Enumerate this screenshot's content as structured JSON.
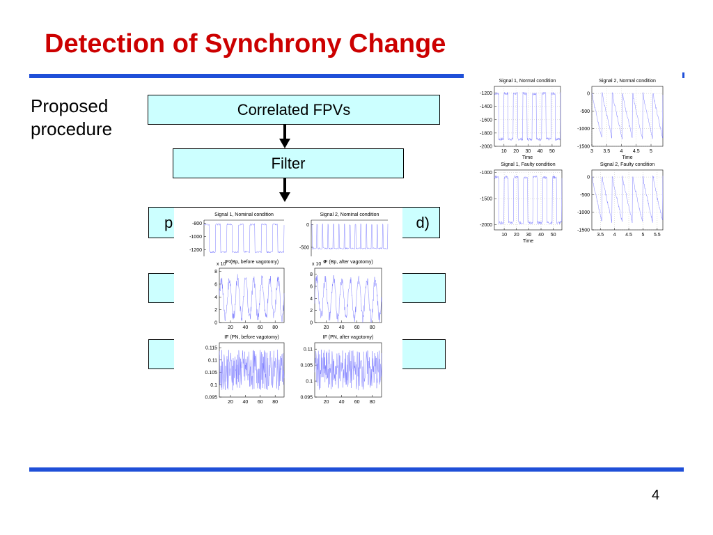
{
  "title": "Detection of Synchrony Change",
  "sidebar": {
    "line1": "Proposed",
    "line2": "procedure"
  },
  "flow": {
    "box1": "Correlated FPVs",
    "box2": "Filter",
    "box3_left": "p",
    "box3_right": "d)"
  },
  "page_number": "4",
  "colors": {
    "title": "#cc0000",
    "rule": "#1f4fd8",
    "box_fill": "#ccffff",
    "trace": "#8080ff"
  },
  "chart_data": [
    {
      "type": "line",
      "title": "Signal 1, Normal condition",
      "xlabel": "Time",
      "ylabel": "",
      "xticks": [
        "10",
        "20",
        "30",
        "40",
        "50"
      ],
      "yticks": [
        "-1200",
        "-1400",
        "-1600",
        "-1800",
        "-2000"
      ],
      "xlim": [
        2,
        57
      ],
      "ylim": [
        -2000,
        -1100
      ],
      "pattern": "square",
      "grid": true
    },
    {
      "type": "line",
      "title": "Signal 2, Normal condition",
      "xlabel": "Time",
      "ylabel": "",
      "xticks": [
        "3",
        "3.5",
        "4",
        "4.5",
        "5"
      ],
      "yticks": [
        "0",
        "-500",
        "-1000",
        "-1500"
      ],
      "xlim": [
        3,
        5.4
      ],
      "ylim": [
        -1500,
        200
      ],
      "pattern": "saw",
      "grid": true
    },
    {
      "type": "line",
      "title": "Signal 1, Faulty condition",
      "xlabel": "Time",
      "ylabel": "",
      "xticks": [
        "10",
        "20",
        "30",
        "40",
        "50"
      ],
      "yticks": [
        "-1000",
        "-1500",
        "-2000"
      ],
      "xlim": [
        2,
        57
      ],
      "ylim": [
        -2100,
        -950
      ],
      "pattern": "square",
      "grid": true
    },
    {
      "type": "line",
      "title": "Signal 2, Faulty condition",
      "xlabel": "",
      "ylabel": "",
      "xticks": [
        "3.5",
        "4",
        "4.5",
        "5",
        "5.5"
      ],
      "yticks": [
        "0",
        "-500",
        "-1000",
        "-1500"
      ],
      "xlim": [
        3.2,
        5.7
      ],
      "ylim": [
        -1500,
        200
      ],
      "pattern": "saw",
      "grid": true
    },
    {
      "type": "line",
      "title": "Signal 1, Nominal condition",
      "xlabel": "",
      "ylabel": "",
      "xticks": [],
      "yticks": [
        "-800",
        "-1000",
        "-1200"
      ],
      "xlim": [
        0,
        100
      ],
      "ylim": [
        -1300,
        -750
      ],
      "pattern": "square",
      "grid": false
    },
    {
      "type": "line",
      "title": "Signal 2, Nominal condition",
      "xlabel": "",
      "ylabel": "",
      "xticks": [],
      "yticks": [
        "0",
        "-500"
      ],
      "xlim": [
        0,
        100
      ],
      "ylim": [
        -700,
        100
      ],
      "pattern": "spike",
      "grid": false
    },
    {
      "type": "line",
      "title": "IF (Bp, before vagotomy)",
      "exponent": "x 10",
      "exponent_sup": "-3",
      "xlabel": "",
      "ylabel": "",
      "xticks": [
        "20",
        "40",
        "60",
        "80"
      ],
      "yticks": [
        "8",
        "6",
        "4",
        "2",
        "0"
      ],
      "xlim": [
        5,
        92
      ],
      "ylim": [
        0,
        8.5
      ],
      "pattern": "if",
      "grid": false
    },
    {
      "type": "line",
      "title": "IF (Bp, after vagotomy)",
      "exponent": "x 10",
      "exponent_sup": "-3",
      "xlabel": "",
      "ylabel": "",
      "xticks": [
        "20",
        "40",
        "60",
        "80"
      ],
      "yticks": [
        "8",
        "6",
        "4",
        "2",
        "0"
      ],
      "xlim": [
        5,
        92
      ],
      "ylim": [
        0,
        9
      ],
      "pattern": "if",
      "grid": false
    },
    {
      "type": "line",
      "title": "IF (PN, before vagotomy)",
      "xlabel": "",
      "ylabel": "",
      "xticks": [
        "20",
        "40",
        "60",
        "80"
      ],
      "yticks": [
        "0.115",
        "0.11",
        "0.105",
        "0.1",
        "0.095"
      ],
      "xlim": [
        5,
        92
      ],
      "ylim": [
        0.095,
        0.117
      ],
      "pattern": "noise",
      "grid": false
    },
    {
      "type": "line",
      "title": "IF (PN, after vagotomy)",
      "xlabel": "",
      "ylabel": "",
      "xticks": [
        "20",
        "40",
        "60",
        "80"
      ],
      "yticks": [
        "0.11",
        "0.105",
        "0.1",
        "0.095"
      ],
      "xlim": [
        5,
        92
      ],
      "ylim": [
        0.095,
        0.112
      ],
      "pattern": "noise",
      "grid": false
    }
  ]
}
